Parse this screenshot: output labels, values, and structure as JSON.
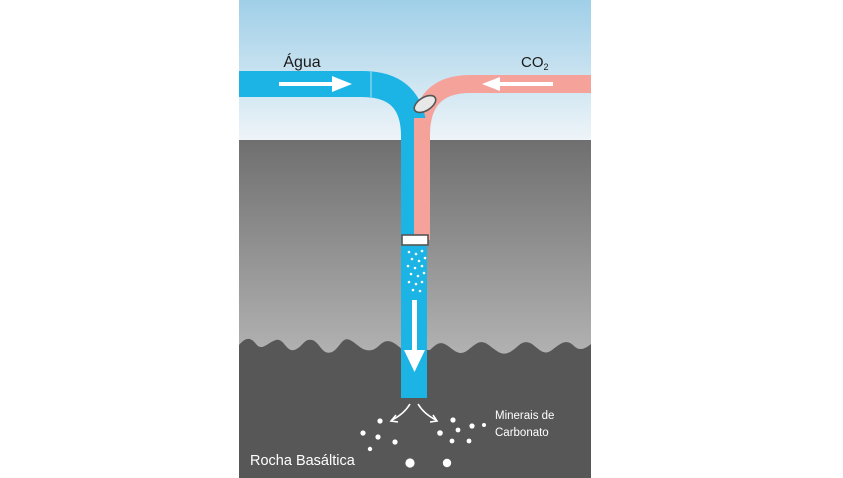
{
  "labels": {
    "water": "Água",
    "co2_main": "CO",
    "co2_sub": "2",
    "rock": "Rocha Basáltica",
    "minerals_line1": "Minerais de",
    "minerals_line2": "Carbonato"
  },
  "colors": {
    "sky_top": "#9fcfe8",
    "sky_bottom": "#eef4f8",
    "ground_top": "#6f6f6f",
    "ground_bottom": "#b2b2b2",
    "rock": "#575757",
    "water_pipe": "#1bb4e4",
    "co2_pipe": "#f4a29a",
    "arrow": "#ffffff",
    "valve": "#e8e8e8"
  },
  "icons": {
    "water_flow": "arrow-right-icon",
    "co2_flow": "arrow-left-icon",
    "down_flow": "arrow-down-icon",
    "valve": "valve-icon",
    "injector": "injector-icon"
  }
}
